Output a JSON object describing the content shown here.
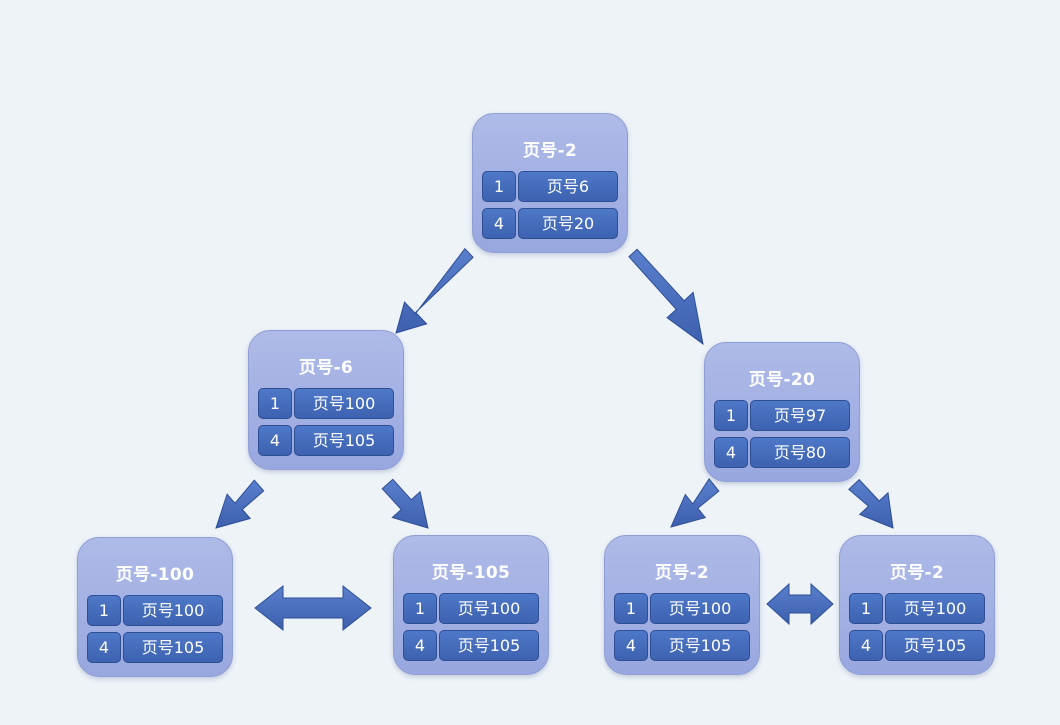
{
  "colors": {
    "background": "#eef3f8",
    "node_fill": "#a3b1e3",
    "cell_fill": "#4a72c2",
    "arrow": "#4469b8"
  },
  "nodes": {
    "root": {
      "title": "页号-2",
      "rows": [
        {
          "key": "1",
          "pointer": "页号6"
        },
        {
          "key": "4",
          "pointer": "页号20"
        }
      ]
    },
    "mid_left": {
      "title": "页号-6",
      "rows": [
        {
          "key": "1",
          "pointer": "页号100"
        },
        {
          "key": "4",
          "pointer": "页号105"
        }
      ]
    },
    "mid_right": {
      "title": "页号-20",
      "rows": [
        {
          "key": "1",
          "pointer": "页号97"
        },
        {
          "key": "4",
          "pointer": "页号80"
        }
      ]
    },
    "leaf_1": {
      "title": "页号-100",
      "rows": [
        {
          "key": "1",
          "pointer": "页号100"
        },
        {
          "key": "4",
          "pointer": "页号105"
        }
      ]
    },
    "leaf_2": {
      "title": "页号-105",
      "rows": [
        {
          "key": "1",
          "pointer": "页号100"
        },
        {
          "key": "4",
          "pointer": "页号105"
        }
      ]
    },
    "leaf_3": {
      "title": "页号-2",
      "rows": [
        {
          "key": "1",
          "pointer": "页号100"
        },
        {
          "key": "4",
          "pointer": "页号105"
        }
      ]
    },
    "leaf_4": {
      "title": "页号-2",
      "rows": [
        {
          "key": "1",
          "pointer": "页号100"
        },
        {
          "key": "4",
          "pointer": "页号105"
        }
      ]
    }
  },
  "edges": [
    {
      "from": "root",
      "to": "mid_left",
      "type": "arrow"
    },
    {
      "from": "root",
      "to": "mid_right",
      "type": "arrow"
    },
    {
      "from": "mid_left",
      "to": "leaf_1",
      "type": "arrow"
    },
    {
      "from": "mid_left",
      "to": "leaf_2",
      "type": "arrow"
    },
    {
      "from": "mid_right",
      "to": "leaf_3",
      "type": "arrow"
    },
    {
      "from": "mid_right",
      "to": "leaf_4",
      "type": "arrow"
    },
    {
      "from": "leaf_1",
      "to": "leaf_2",
      "type": "double-arrow"
    },
    {
      "from": "leaf_3",
      "to": "leaf_4",
      "type": "double-arrow"
    }
  ]
}
